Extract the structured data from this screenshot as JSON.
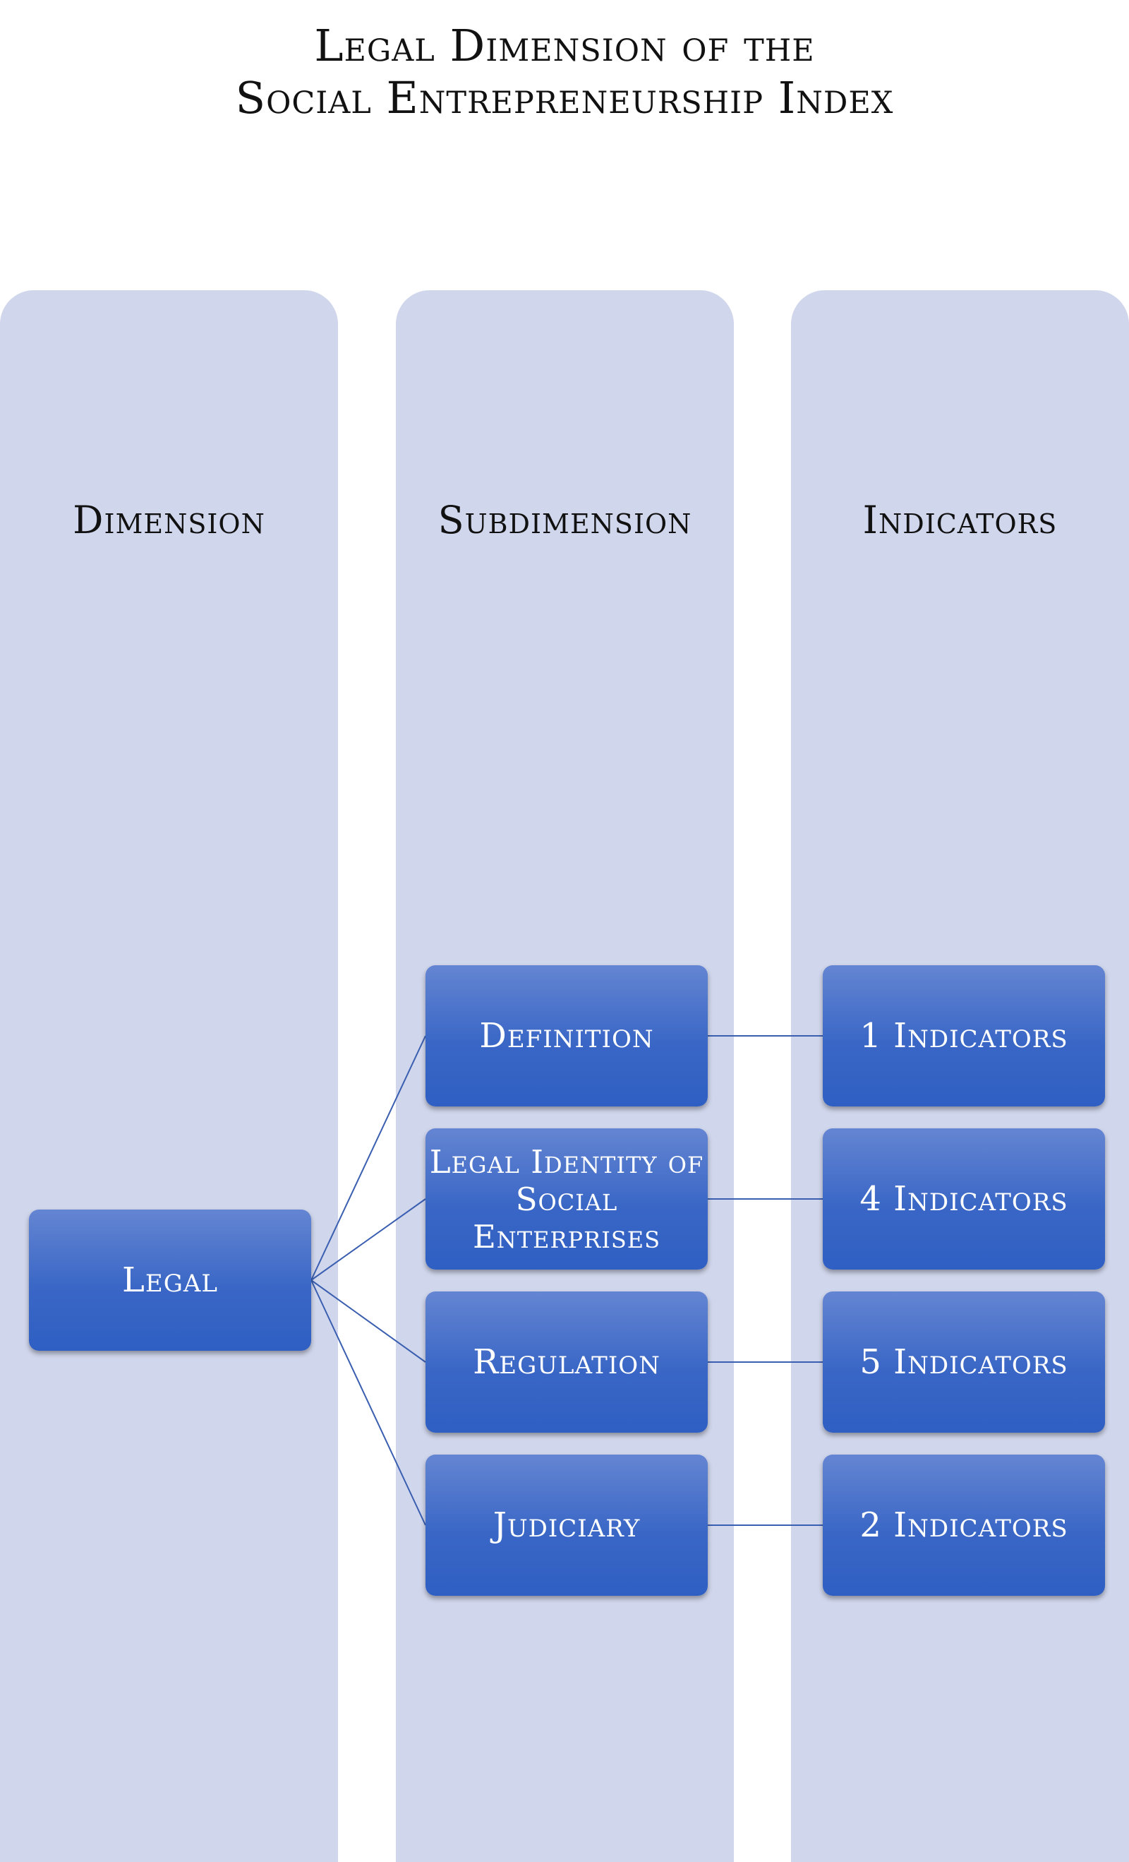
{
  "title": {
    "line1": "Legal Dimension of the",
    "line2": "Social Entrepreneurship Index"
  },
  "columns": {
    "dimension": "Dimension",
    "subdimension": "Subdimension",
    "indicators": "Indicators"
  },
  "dimension_node": "Legal",
  "subdimensions": [
    "Definition",
    "Legal Identity of Social Enterprises",
    "Regulation",
    "Judiciary"
  ],
  "indicators": [
    "1 Indicators",
    "4 Indicators",
    "5 Indicators",
    "2 Indicators"
  ],
  "colors": {
    "column_background": "#d0d6ec",
    "node_fill": "#3a67c6",
    "connector": "#3a5eb0",
    "text_dark": "#111111",
    "text_light": "#ffffff"
  }
}
